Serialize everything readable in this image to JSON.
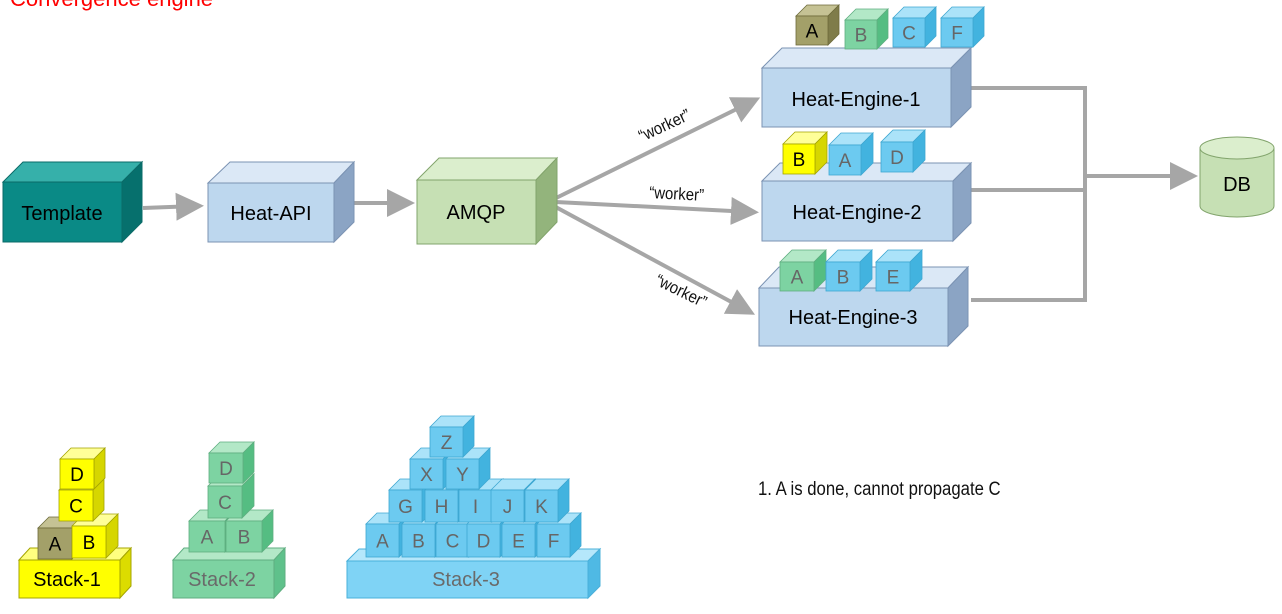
{
  "title": "Convergence engine",
  "nodes": {
    "template": "Template",
    "heat_api": "Heat-API",
    "amqp": "AMQP",
    "engine_1": "Heat-Engine-1",
    "engine_2": "Heat-Engine-2",
    "engine_3": "Heat-Engine-3",
    "db": "DB"
  },
  "edge_labels": {
    "worker_1": "“worker”",
    "worker_2": "“worker”",
    "worker_3": "“worker”"
  },
  "engine_tasks": {
    "engine_1": [
      "A",
      "B",
      "C",
      "F"
    ],
    "engine_2": [
      "B",
      "A",
      "D"
    ],
    "engine_3": [
      "A",
      "B",
      "E"
    ]
  },
  "stacks": {
    "stack_1": {
      "label": "Stack-1",
      "rows": [
        [
          "A",
          "B"
        ],
        [
          "C"
        ],
        [
          "D"
        ]
      ]
    },
    "stack_2": {
      "label": "Stack-2",
      "rows": [
        [
          "A",
          "B"
        ],
        [
          "C"
        ],
        [
          "D"
        ]
      ]
    },
    "stack_3": {
      "label": "Stack-3",
      "rows": [
        [
          "A",
          "B",
          "C",
          "D",
          "E",
          "F"
        ],
        [
          "G",
          "H",
          "I",
          "J",
          "K"
        ],
        [
          "X",
          "Y"
        ],
        [
          "Z"
        ]
      ]
    }
  },
  "note": "1. A is done, cannot propagate C",
  "colors": {
    "title": "#ff0000",
    "template_front": "#0a8a86",
    "blue_box": "#bdd7ee",
    "green_box": "#c6e0b4",
    "arrow": "#a6a6a6",
    "olive": "#a3a069",
    "yellow": "#ffff00",
    "green_cube": "#7dd3a2",
    "cyan_cube": "#6ccaf0"
  }
}
